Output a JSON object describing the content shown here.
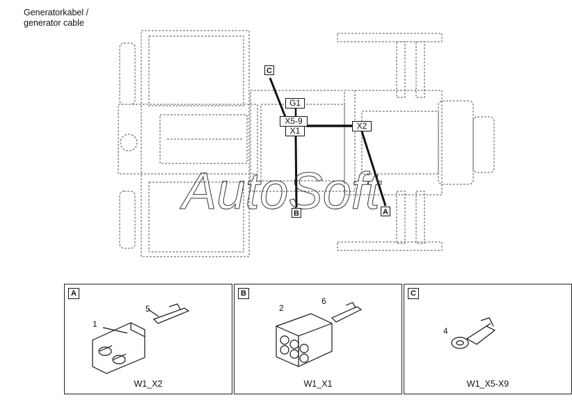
{
  "title": {
    "line1": "Generatorkabel /",
    "line2": "generator cable"
  },
  "watermark": "AutoSoft",
  "tags": {
    "g1": "G1",
    "x59": "X5-9",
    "x1": "X1",
    "x2": "X2"
  },
  "letters": {
    "a": "A",
    "b": "B",
    "c": "C"
  },
  "panels": [
    {
      "letter": "A",
      "caption": "W1_X2",
      "callouts": [
        "1",
        "5"
      ]
    },
    {
      "letter": "B",
      "caption": "W1_X1",
      "callouts": [
        "2",
        "6"
      ]
    },
    {
      "letter": "C",
      "caption": "W1_X5-X9",
      "callouts": [
        "4"
      ]
    }
  ],
  "colors": {
    "line": "#111111",
    "outline": "#555555",
    "watermark": "#333333"
  }
}
